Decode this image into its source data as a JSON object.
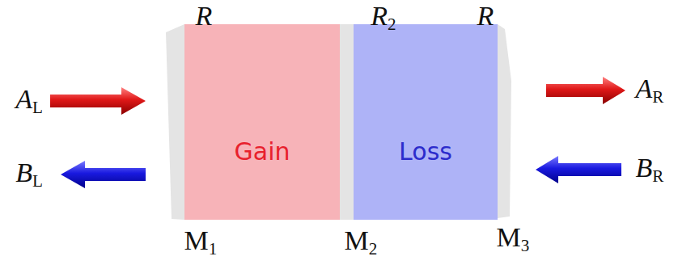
{
  "diagram": {
    "nodes": [
      {
        "text": [
          "Gain"
        ]
      },
      {
        "text": [
          "Loss"
        ]
      }
    ],
    "labels": [
      "R",
      "R2",
      "R",
      "AL",
      "BL",
      "AR",
      "BR",
      "M1",
      "M2",
      "M3"
    ]
  }
}
